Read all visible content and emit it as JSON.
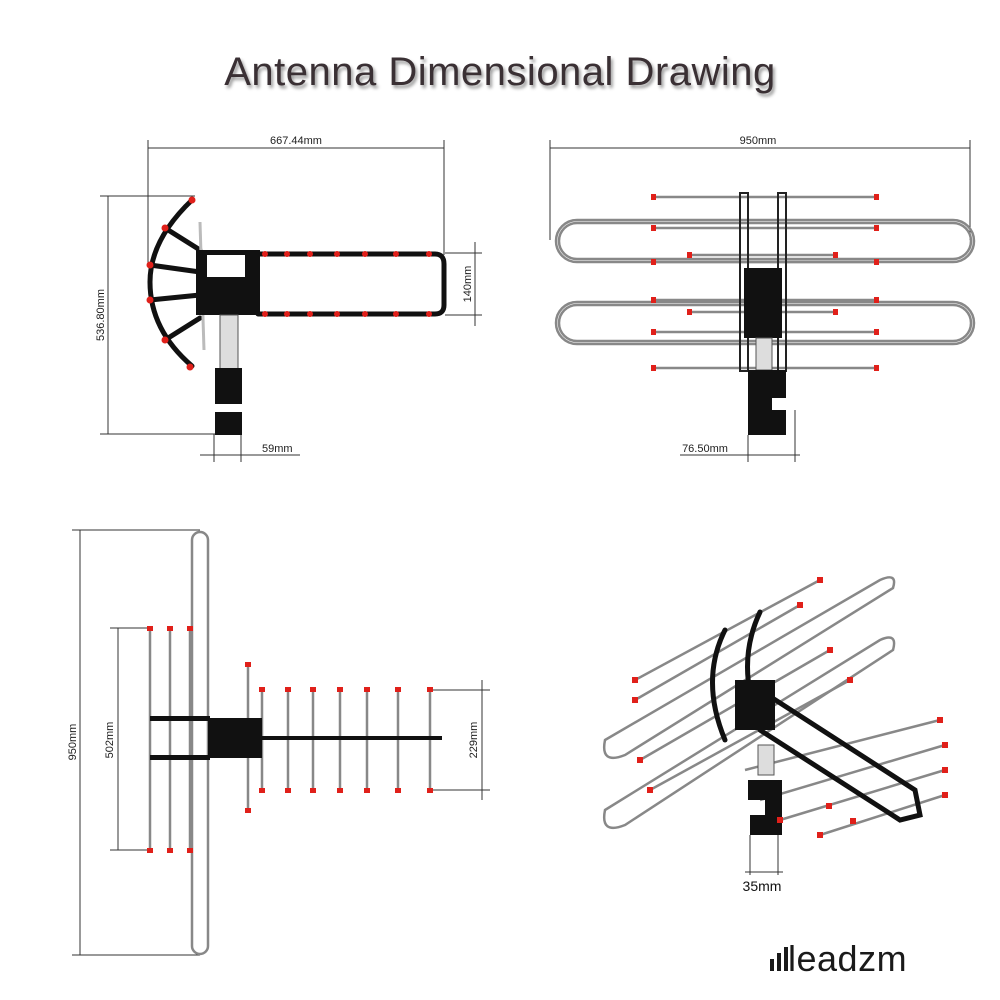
{
  "title": "Antenna Dimensional Drawing",
  "views": {
    "side": {
      "width": "667.44mm",
      "height": "536.80mm",
      "loop_gap": "140mm",
      "mast": "59mm"
    },
    "front": {
      "width": "950mm",
      "clamp": "76.50mm"
    },
    "top": {
      "length": "950mm",
      "reflector": "502mm",
      "directors": "229mm"
    },
    "iso": {
      "clamp": "35mm"
    }
  },
  "logo": "leadzm",
  "colors": {
    "frame": "#111111",
    "tips": "#e0201a",
    "rods": "#888888",
    "title": "#3a3034"
  }
}
